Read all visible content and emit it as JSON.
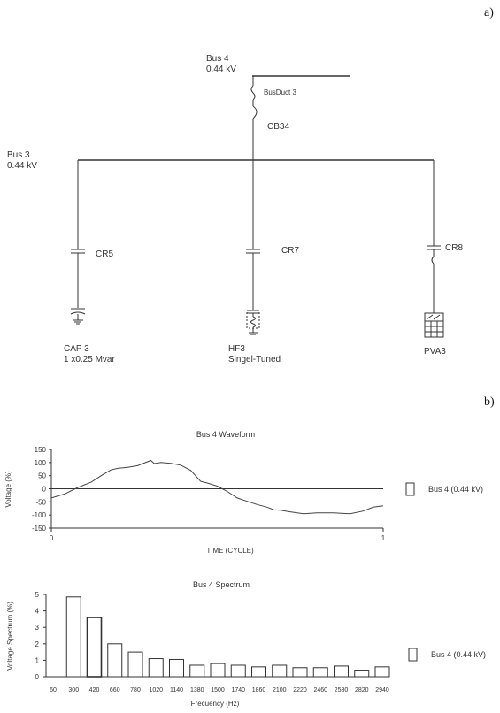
{
  "panel_labels": {
    "a": "a)",
    "b": "b)"
  },
  "diagram": {
    "bus4": {
      "name": "Bus 4",
      "voltage": "0.44 kV"
    },
    "busduct": "BusDuct 3",
    "cb34": "CB34",
    "bus3": {
      "name": "Bus 3",
      "voltage": "0.44 kV"
    },
    "cr5": "CR5",
    "cr7": "CR7",
    "cr8": "CR8",
    "cap3": {
      "name": "CAP 3",
      "rating": "1 x0.25 Mvar"
    },
    "hf3": {
      "name": "HF3",
      "type": "Singel-Tuned"
    },
    "pva3": "PVA3"
  },
  "chart_data": [
    {
      "type": "line",
      "title": "Bus 4 Waveform",
      "xlabel": "TIME (CYCLE)",
      "ylabel": "Voltage (%)",
      "xlim": [
        0,
        1
      ],
      "ylim": [
        -150,
        150
      ],
      "x_ticks": [
        "0",
        "1"
      ],
      "y_ticks": [
        "150",
        "100",
        "50",
        "0",
        "-50",
        "-100",
        "-150"
      ],
      "legend": "Bus 4 (0.44 kV)",
      "legend_position": "right",
      "series": [
        {
          "name": "Bus 4 (0.44 kV)",
          "x": [
            0,
            0.04,
            0.08,
            0.12,
            0.15,
            0.18,
            0.2,
            0.23,
            0.26,
            0.28,
            0.3,
            0.31,
            0.33,
            0.36,
            0.39,
            0.42,
            0.45,
            0.47,
            0.5,
            0.53,
            0.56,
            0.59,
            0.62,
            0.65,
            0.67,
            0.69,
            0.72,
            0.76,
            0.8,
            0.85,
            0.9,
            0.94,
            0.97,
            1.0
          ],
          "y": [
            -35,
            -20,
            5,
            25,
            50,
            72,
            78,
            82,
            88,
            98,
            108,
            96,
            100,
            97,
            90,
            70,
            28,
            22,
            10,
            -10,
            -35,
            -48,
            -60,
            -70,
            -80,
            -82,
            -88,
            -95,
            -92,
            -92,
            -95,
            -85,
            -70,
            -65
          ]
        }
      ]
    },
    {
      "type": "bar",
      "title": "Bus 4 Spectrum",
      "xlabel": "Frecuency (Hz)",
      "ylabel": "Voltage Spectrum (%)",
      "ylim": [
        0,
        5
      ],
      "y_ticks": [
        "0",
        "1",
        "2",
        "3",
        "4",
        "5"
      ],
      "categories": [
        "60",
        "300",
        "420",
        "660",
        "780",
        "1020",
        "1140",
        "1380",
        "1500",
        "1740",
        "1860",
        "2100",
        "2220",
        "2460",
        "2580",
        "2820",
        "2940"
      ],
      "values": [
        null,
        4.85,
        3.6,
        2.0,
        1.5,
        1.1,
        1.05,
        0.7,
        0.8,
        0.7,
        0.6,
        0.7,
        0.55,
        0.55,
        0.65,
        0.4,
        0.6
      ],
      "legend": "Bus 4 (0.44 kV)",
      "legend_position": "right",
      "series": [
        {
          "name": "Bus 4 (0.44 kV)"
        }
      ]
    }
  ]
}
